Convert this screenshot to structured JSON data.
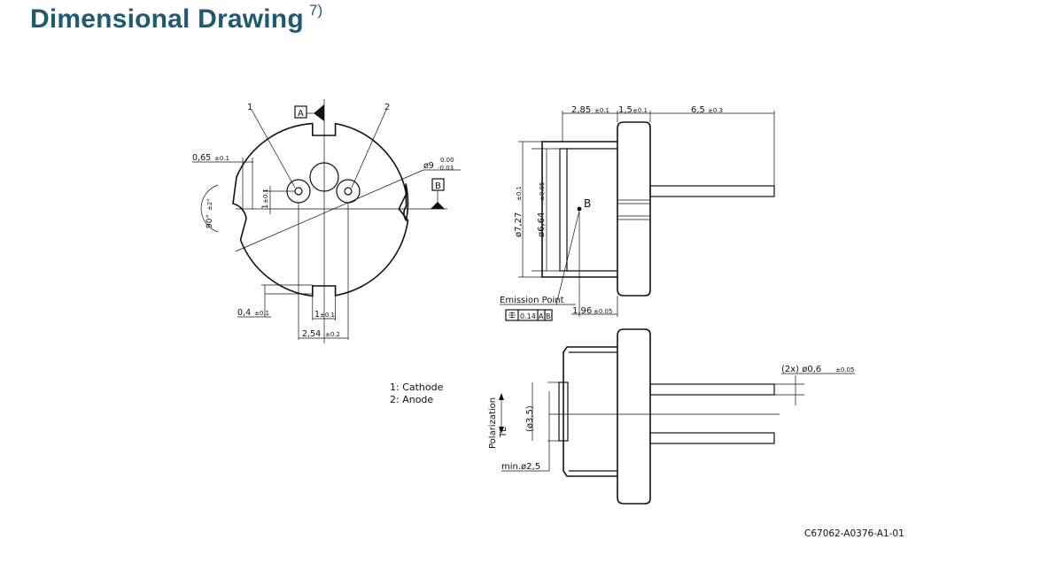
{
  "title": "Dimensional Drawing",
  "footnote_mark": "7)",
  "datum_a": "A",
  "datum_b": "B",
  "pin1_number": "1",
  "pin2_number": "2",
  "dims": {
    "notch_width": "0,65",
    "notch_width_tol": "±0.1",
    "notch_angle": "90°",
    "notch_angle_tol": "±2°",
    "pin_offset": "1",
    "pin_offset_tol": "±0.1",
    "diameter": "ø9",
    "diameter_tol_upper": "0.00",
    "diameter_tol_lower": "-0.03",
    "slot_depth": "0,4",
    "slot_depth_tol": "±0.1",
    "slot_width": "1",
    "slot_width_tol": "±0.1",
    "pin_pitch": "2,54",
    "pin_pitch_tol": "±0.2",
    "cap_length": "2,85",
    "cap_length_tol": "±0.1",
    "flange_thickness": "1,5",
    "flange_thickness_tol": "±0.1",
    "lead_length": "6,5",
    "lead_length_tol": "±0.3",
    "cap_outer_dia": "ø7,27",
    "cap_outer_dia_tol": "±0.1",
    "cap_inner_dia": "ø6,64",
    "cap_inner_dia_tol": "±0.05",
    "emission_depth": "1,96",
    "emission_depth_tol": "±0.05",
    "window_dia": "(ø3,5)",
    "min_aperture": "min.ø2,5",
    "lead_dia": "(2x)  ø0,6",
    "lead_dia_tol": "±0.05"
  },
  "emission_point_label": "Emission Point",
  "tolerance_frame": [
    "0.14",
    "A",
    "B"
  ],
  "polarization_label": "Polarization",
  "polarization_mode": "TE",
  "legend": [
    "1:  Cathode",
    "2:  Anode"
  ],
  "drawing_number": "C67062-A0376-A1-01"
}
